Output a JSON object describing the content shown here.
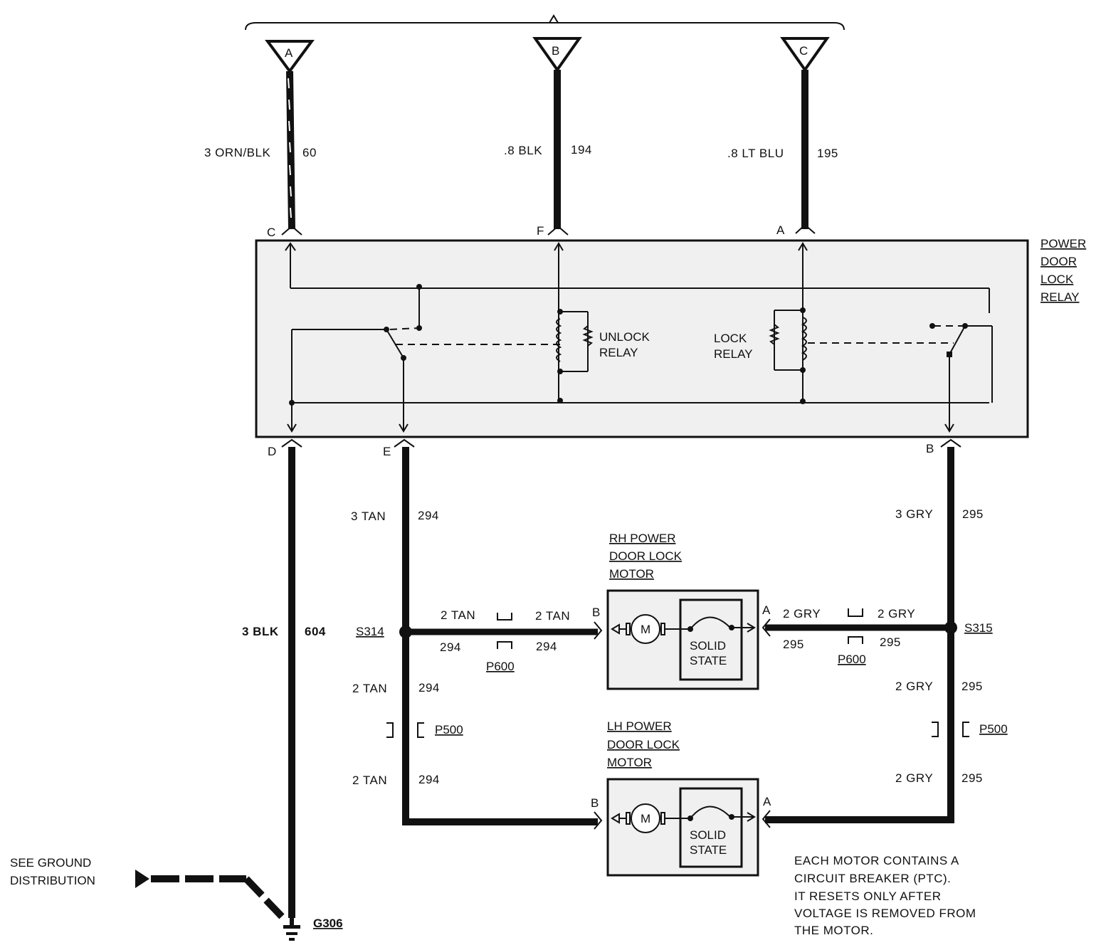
{
  "connectors": {
    "a": "A",
    "b": "B",
    "c": "C"
  },
  "wires": {
    "a_color": "3 ORN/BLK",
    "a_circuit": "60",
    "b_color": ".8 BLK",
    "b_circuit": "194",
    "c_color": ".8 LT BLU",
    "c_circuit": "195",
    "e_color": "3 TAN",
    "e_circuit": "294",
    "b_out_color": "3 GRY",
    "b_out_circuit": "295",
    "ground_color": "3 BLK",
    "ground_circuit": "604",
    "s314_right_top": "2 TAN",
    "s314_right_bottom": "294",
    "rh_b_top": "2 TAN",
    "rh_b_bottom": "294",
    "rh_a_top": "2 GRY",
    "rh_a_bottom": "295",
    "s315_left_top": "2 GRY",
    "s315_left_bottom": "295",
    "tan_mid1_color": "2 TAN",
    "tan_mid1_circuit": "294",
    "tan_mid2_color": "2 TAN",
    "tan_mid2_circuit": "294",
    "gry_mid1_color": "2 GRY",
    "gry_mid1_circuit": "295",
    "gry_mid2_color": "2 GRY",
    "gry_mid2_circuit": "295"
  },
  "relay": {
    "title_lines": [
      "POWER",
      "DOOR",
      "LOCK",
      "RELAY"
    ],
    "pins": {
      "c": "C",
      "f": "F",
      "a": "A",
      "d": "D",
      "e": "E",
      "b": "B"
    },
    "unlock": [
      "UNLOCK",
      "RELAY"
    ],
    "lock": [
      "LOCK",
      "RELAY"
    ]
  },
  "rh_motor": {
    "title_lines": [
      "RH POWER",
      "DOOR LOCK",
      "MOTOR"
    ],
    "pin_b": "B",
    "pin_a": "A",
    "motor": "M",
    "solid_state": [
      "SOLID",
      "STATE"
    ]
  },
  "lh_motor": {
    "title_lines": [
      "LH POWER",
      "DOOR LOCK",
      "MOTOR"
    ],
    "pin_b": "B",
    "pin_a": "A",
    "motor": "M",
    "solid_state": [
      "SOLID",
      "STATE"
    ]
  },
  "splices": {
    "s314": "S314",
    "s315": "S315"
  },
  "connectors_inline": {
    "p600_left": "P600",
    "p600_right": "P600",
    "p500_left": "P500",
    "p500_right": "P500"
  },
  "ground": {
    "see_lines": [
      "SEE GROUND",
      "DISTRIBUTION"
    ],
    "label": "G306"
  },
  "note_lines": [
    "EACH MOTOR CONTAINS A",
    "CIRCUIT BREAKER (PTC).",
    "IT RESETS ONLY AFTER",
    "VOLTAGE IS REMOVED FROM",
    "THE MOTOR."
  ]
}
